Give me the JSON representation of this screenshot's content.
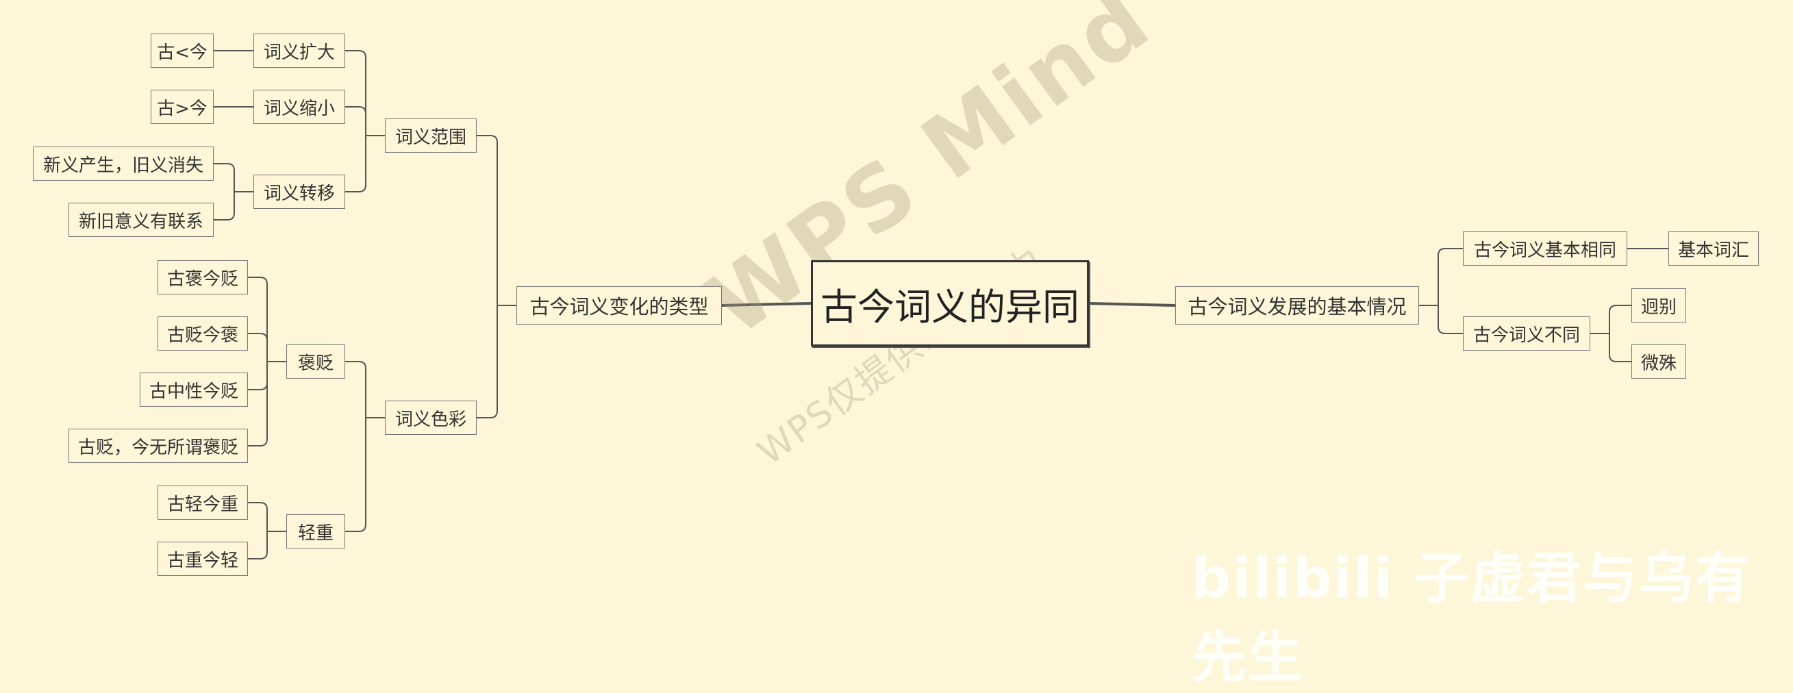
{
  "root": "古今词义的异同",
  "left": {
    "label": "古今词义变化的类型",
    "range": {
      "label": "词义范围",
      "expand": {
        "label": "词义扩大",
        "leaf": "古<今"
      },
      "shrink": {
        "label": "词义缩小",
        "leaf": "古>今"
      },
      "shift": {
        "label": "词义转移",
        "leaves": [
          "新义产生，旧义消失",
          "新旧意义有联系"
        ]
      }
    },
    "color": {
      "label": "词义色彩",
      "praise": {
        "label": "褒贬",
        "leaves": [
          "古褒今贬",
          "古贬今褒",
          "古中性今贬",
          "古贬，今无所谓褒贬"
        ]
      },
      "weight": {
        "label": "轻重",
        "leaves": [
          "古轻今重",
          "古重今轻"
        ]
      }
    }
  },
  "right": {
    "label": "古今词义发展的基本情况",
    "same": {
      "label": "古今词义基本相同",
      "leaf": "基本词汇"
    },
    "diff": {
      "label": "古今词义不同",
      "leaves": [
        "迥别",
        "微殊"
      ]
    }
  },
  "watermark": {
    "brand": "WPS Mind",
    "sub": "WPS仅提供制图能力",
    "bili": "bilibili 子虚君与乌有先生"
  },
  "colors": {
    "background": "#fdf6d8",
    "line": "#555555",
    "border": "#777777"
  }
}
